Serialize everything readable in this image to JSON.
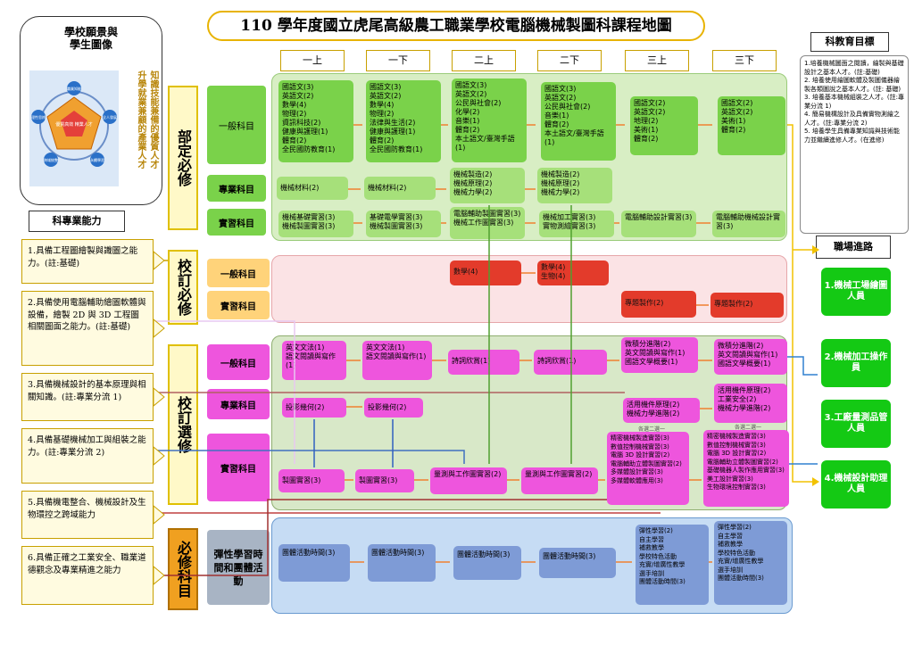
{
  "title": "110 學年度國立虎尾高級農工職業學校電腦機械製圖科課程地圖",
  "vision": {
    "title": "學校願景與\n學生圖像",
    "slogan_cols": [
      "知識技能兼備的優質人才",
      "升學就業兼顧的產業人才"
    ],
    "pentagon_labels": [
      "職業知能",
      "全人發展",
      "永續學習",
      "跨域統整",
      "理性思辨"
    ],
    "center_label": "優質高效 精業人才"
  },
  "abilities_title": "科專業能力",
  "abilities": [
    "1.具備工程圖繪製與識圖之能力。(註:基礎)",
    "2.具備使用電腦輔助繪圖軟體與設備，繪製 2D 與 3D 工程圖相關圖面之能力。(註:基礎)",
    "3.具備機械設計的基本原理與相關知識。(註:專業分流 1)",
    "4.具備基礎機械加工與組裝之能力。(註:專業分流 2)",
    "5.具備機電整合、機械設計及生物環控之跨域能力",
    "6.具備正確之工業安全、職業道德觀念及專業精進之能力"
  ],
  "goals": {
    "title": "科教育目標",
    "text": "1.培養機械圖面之閱讀，繪製與基礎設計之基本人才。(註:基礎)\n2. 培養使用繪圖軟體及製圖儀器繪製各類圖說之基本人才。(註: 基礎)\n3. 培養基本機械組裝之人才。(註:專業分流 1)\n4. 簡易機構設計及具備實物測繪之人才。(註:專業分流 2)\n5. 培養學生具備專業知識與技術能力並繼續進修人才。(在進修)"
  },
  "semesters": [
    "一上",
    "一下",
    "二上",
    "二下",
    "三上",
    "三下"
  ],
  "categories": {
    "required_dept": "部定必修",
    "school_required": "校訂必修",
    "school_elective": "校訂選修",
    "mandatory": "必修科目"
  },
  "subrows": {
    "general": "一般科目",
    "professional": "專業科目",
    "practice": "實習科目",
    "flex": "彈性學習時間和團體活動"
  },
  "dept_general": [
    "國語文(3)\n英語文(2)\n數學(4)\n物理(2)\n資訊科技(2)\n健康與護理(1)\n體育(2)\n全民國防教育(1)",
    "國語文(3)\n英語文(2)\n數學(4)\n物理(2)\n法律與生活(2)\n健康與護理(1)\n體育(2)\n全民國防教育(1)",
    "國語文(3)\n英語文(2)\n公民與社會(2)\n化學(2)\n音樂(1)\n體育(2)\n本土語文/臺灣手語(1)",
    "國語文(3)\n英語文(2)\n公民與社會(2)\n音樂(1)\n體育(2)\n本土語文/臺灣手語(1)",
    "國語文(2)\n英語文(2)\n地理(2)\n美術(1)\n體育(2)",
    "國語文(2)\n英語文(2)\n美術(1)\n體育(2)"
  ],
  "dept_professional": [
    "機械材料(2)",
    "機械材料(2)",
    "機械製造(2)\n機械原理(2)\n機械力學(2)",
    "機械製造(2)\n機械原理(2)\n機械力學(2)"
  ],
  "dept_practice": [
    "機械基礎實習(3)\n機械製圖實習(3)",
    "基礎電學實習(3)\n機械製圖實習(3)",
    "電腦輔助製圖實習(3)\n機械工作圖實習(3)",
    "機械加工實習(3)\n實物測繪實習(3)",
    "電腦輔助設計實習(3)",
    "電腦輔助機械設計實習(3)"
  ],
  "school_req_general": [
    "數學(4)",
    "數學(4)\n生物(4)"
  ],
  "school_req_practice": [
    "專題製作(2)",
    "專題製作(2)"
  ],
  "elective_general": [
    "英文文法(1)\n語文閱讀與寫作(1)",
    "英文文法(1)\n語文閱讀與寫作(1)",
    "詩詞欣賞(1)",
    "詩詞欣賞(1)",
    "微積分進階(2)\n英文閱讀與寫作(1)\n國語文學概要(1)",
    "微積分進階(2)\n英文閱讀與寫作(1)\n國語文學概要(1)"
  ],
  "elective_professional": [
    "投影幾何(2)",
    "投影幾何(2)",
    "活用機件原理(2)\n機械力學進階(2)",
    "活用機件原理(2)\n工業安全(2)\n機械力學進階(2)"
  ],
  "elective_practice": [
    "製圖實習(3)",
    "製圖實習(3)",
    "量測與工作圖實習(2)",
    "量測與工作圖實習(2)",
    "精密機械製造實習(3)\n數值控制機械實習(3)\n電腦 3D 設計實習(2)\n電腦輔助立體製圖實習(2)\n多媒體設計實習(3)\n多媒體軟體應用(3)",
    "精密機械製造實習(3)\n數值控制機械實習(3)\n電腦 3D 設計實習(2)\n電腦輔助立體製圖實習(2)\n基礎機器人製作應用實習(3)\n美工設計實習(3)\n生物環境控制實習(3)"
  ],
  "elective_choice_label": "各選二選一",
  "flex": [
    "團體活動時間(3)",
    "團體活動時間(3)",
    "團體活動時間(3)",
    "團體活動時間(3)",
    "彈性學習(2)\n自主學習\n補救教學\n學校特色活動\n充實/增廣性教學\n選手培訓\n團體活動時間(3)",
    "彈性學習(2)\n自主學習\n補救教學\n學校特色活動\n充實/增廣性教學\n選手培訓\n團體活動時間(3)"
  ],
  "careers_title": "職場進路",
  "careers": [
    "1.機械工場繪圖人員",
    "2.機械加工操作員",
    "3.工廠量測品管人員",
    "4.機械設計助理人員"
  ],
  "colors": {
    "green_band": "#d8eec4",
    "pink_band": "#fbe3e5",
    "purple_band": "#ebd7ee",
    "blue_band": "#c6dcf4",
    "gold": "#e8b300",
    "career_green": "#14c914"
  }
}
